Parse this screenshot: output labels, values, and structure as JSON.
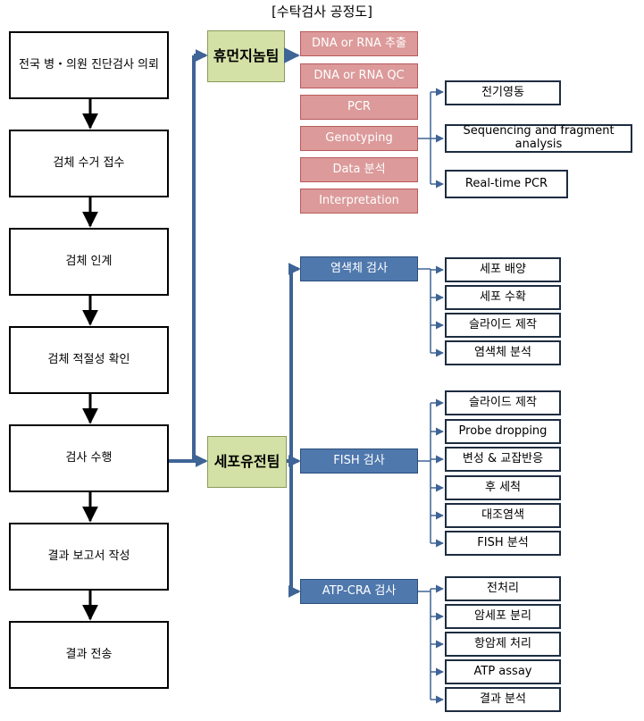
{
  "title": "[수탁검사 공정도]",
  "colors": {
    "main_line": "#000000",
    "flow_line": "#3f6496",
    "team_fill": "#d3e1a6",
    "step_fill": "#dc9a9a",
    "test_fill": "#4f78ad"
  },
  "process": [
    {
      "label": "전국 병・의원 진단검사 의뢰"
    },
    {
      "label": "검체 수거 접수"
    },
    {
      "label": "검체 인계"
    },
    {
      "label": "검체 적절성 확인"
    },
    {
      "label": "검사 수행"
    },
    {
      "label": "결과 보고서 작성"
    },
    {
      "label": "결과 전송"
    }
  ],
  "human_genome": {
    "name": "휴먼지놈팀",
    "steps": [
      {
        "label": "DNA or RNA 추출"
      },
      {
        "label": "DNA or RNA  QC"
      },
      {
        "label": "PCR"
      },
      {
        "label": "Genotyping"
      },
      {
        "label": "Data 분석"
      },
      {
        "label": "Interpretation"
      }
    ],
    "methods": [
      {
        "label": "전기영동"
      },
      {
        "label": "Sequencing and fragment analysis"
      },
      {
        "label": "Real-time PCR"
      }
    ]
  },
  "cyto": {
    "name": "세포유전팀",
    "tests": [
      {
        "label": "염색체 검사",
        "steps": [
          "세포 배양",
          "세포 수확",
          "슬라이드 제작",
          "염색체 분석"
        ]
      },
      {
        "label": "FISH 검사",
        "steps": [
          "슬라이드 제작",
          "Probe dropping",
          "변성 & 교잡반응",
          "후 세척",
          "대조염색",
          "FISH 분석"
        ]
      },
      {
        "label": "ATP-CRA 검사",
        "steps": [
          "전처리",
          "암세포 분리",
          "항암제 처리",
          "ATP assay",
          "결과 분석"
        ]
      }
    ]
  }
}
